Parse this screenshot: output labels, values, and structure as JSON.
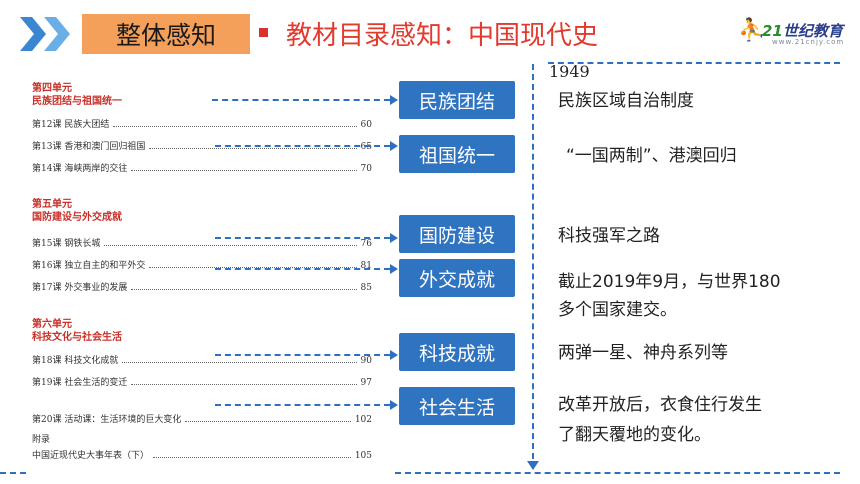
{
  "header": {
    "title": "整体感知",
    "subtitle": "教材目录感知：中国现代史",
    "logo_brand_num": "21",
    "logo_brand_text": "世纪教育",
    "logo_url": "www.21cnjy.com"
  },
  "toc": {
    "units": [
      {
        "unit": "第四单元",
        "name": "民族团结与祖国统一",
        "lessons": [
          {
            "title": "第12课  民族大团结",
            "page": "60"
          },
          {
            "title": "第13课  香港和澳门回归祖国",
            "page": "65"
          },
          {
            "title": "第14课  海峡两岸的交往",
            "page": "70"
          }
        ]
      },
      {
        "unit": "第五单元",
        "name": "国防建设与外交成就",
        "lessons": [
          {
            "title": "第15课  钢铁长城",
            "page": "76"
          },
          {
            "title": "第16课  独立自主的和平外交",
            "page": "81"
          },
          {
            "title": "第17课  外交事业的发展",
            "page": "85"
          }
        ]
      },
      {
        "unit": "第六单元",
        "name": "科技文化与社会生活",
        "lessons": [
          {
            "title": "第18课  科技文化成就",
            "page": "90"
          },
          {
            "title": "第19课  社会生活的变迁",
            "page": "97"
          },
          {
            "title": "第20课  活动课：生活环境的巨大变化",
            "page": "102"
          }
        ]
      }
    ],
    "appendix": {
      "label": "附录",
      "title": "中国近现代史大事年表（下）",
      "page": "105"
    }
  },
  "tags": [
    "民族团结",
    "祖国统一",
    "国防建设",
    "外交成就",
    "科技成就",
    "社会生活"
  ],
  "timeline": {
    "year": "1949",
    "items": [
      "民族区域自治制度",
      "“一国两制”、港澳回归",
      "科技强军之路",
      "截止2019年9月，与世界180",
      "多个国家建交。",
      "两弹一星、神舟系列等",
      "改革开放后，衣食住行发生",
      "了翻天覆地的变化。"
    ]
  },
  "colors": {
    "accent_orange": "#f4a05a",
    "subtitle_red": "#e33a2e",
    "tag_blue": "#2f74c0",
    "dash_blue": "#2e6fc1",
    "unit_red": "#c8302a"
  }
}
